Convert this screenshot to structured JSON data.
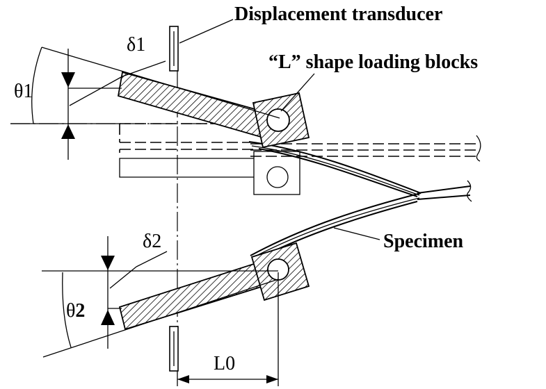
{
  "labels": {
    "displacement_transducer": "Displacement transducer",
    "loading_blocks": "“L” shape loading blocks",
    "specimen": "Specimen",
    "delta1": "δ1",
    "delta2": "δ2",
    "theta1": "θ1",
    "theta2_sym": "θ",
    "theta2_sub": "2",
    "l0": "L0"
  },
  "colors": {
    "ink": "#000000",
    "background": "#ffffff"
  }
}
